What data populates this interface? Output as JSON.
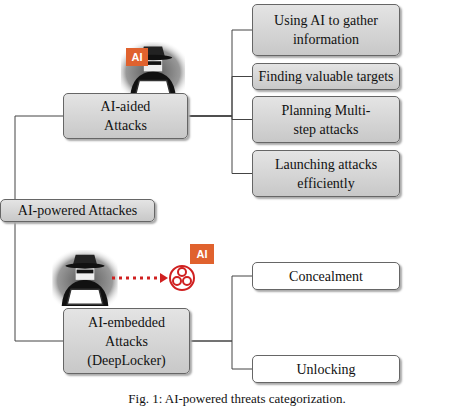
{
  "diagram": {
    "caption": "Fig. 1: AI-powered threats categorization.",
    "nodes": [
      {
        "text": [
          "AI-powered Attackes"
        ]
      },
      {
        "text": [
          "AI-aided Attacks"
        ]
      },
      {
        "text": [
          "Using AI to gather information"
        ]
      },
      {
        "text": [
          "Finding valuable targets"
        ]
      },
      {
        "text": [
          "Planning Multi-step attacks"
        ]
      },
      {
        "text": [
          "Launching attacks efficiently"
        ]
      },
      {
        "text": [
          "AI-embedded Attacks (DeepLocker)"
        ]
      },
      {
        "text": [
          "Concealment"
        ]
      },
      {
        "text": [
          "Unlocking"
        ]
      }
    ],
    "edges": [
      {
        "from": 0,
        "to": 1,
        "arrow": "none"
      },
      {
        "from": 0,
        "to": 6,
        "arrow": "none"
      },
      {
        "from": 1,
        "to": 2,
        "arrow": "none"
      },
      {
        "from": 1,
        "to": 3,
        "arrow": "none"
      },
      {
        "from": 1,
        "to": 4,
        "arrow": "none"
      },
      {
        "from": 1,
        "to": 5,
        "arrow": "none"
      },
      {
        "from": 6,
        "to": 7,
        "arrow": "none"
      },
      {
        "from": 6,
        "to": 8,
        "arrow": "none"
      }
    ],
    "labels": [
      "AI",
      "AI"
    ]
  }
}
